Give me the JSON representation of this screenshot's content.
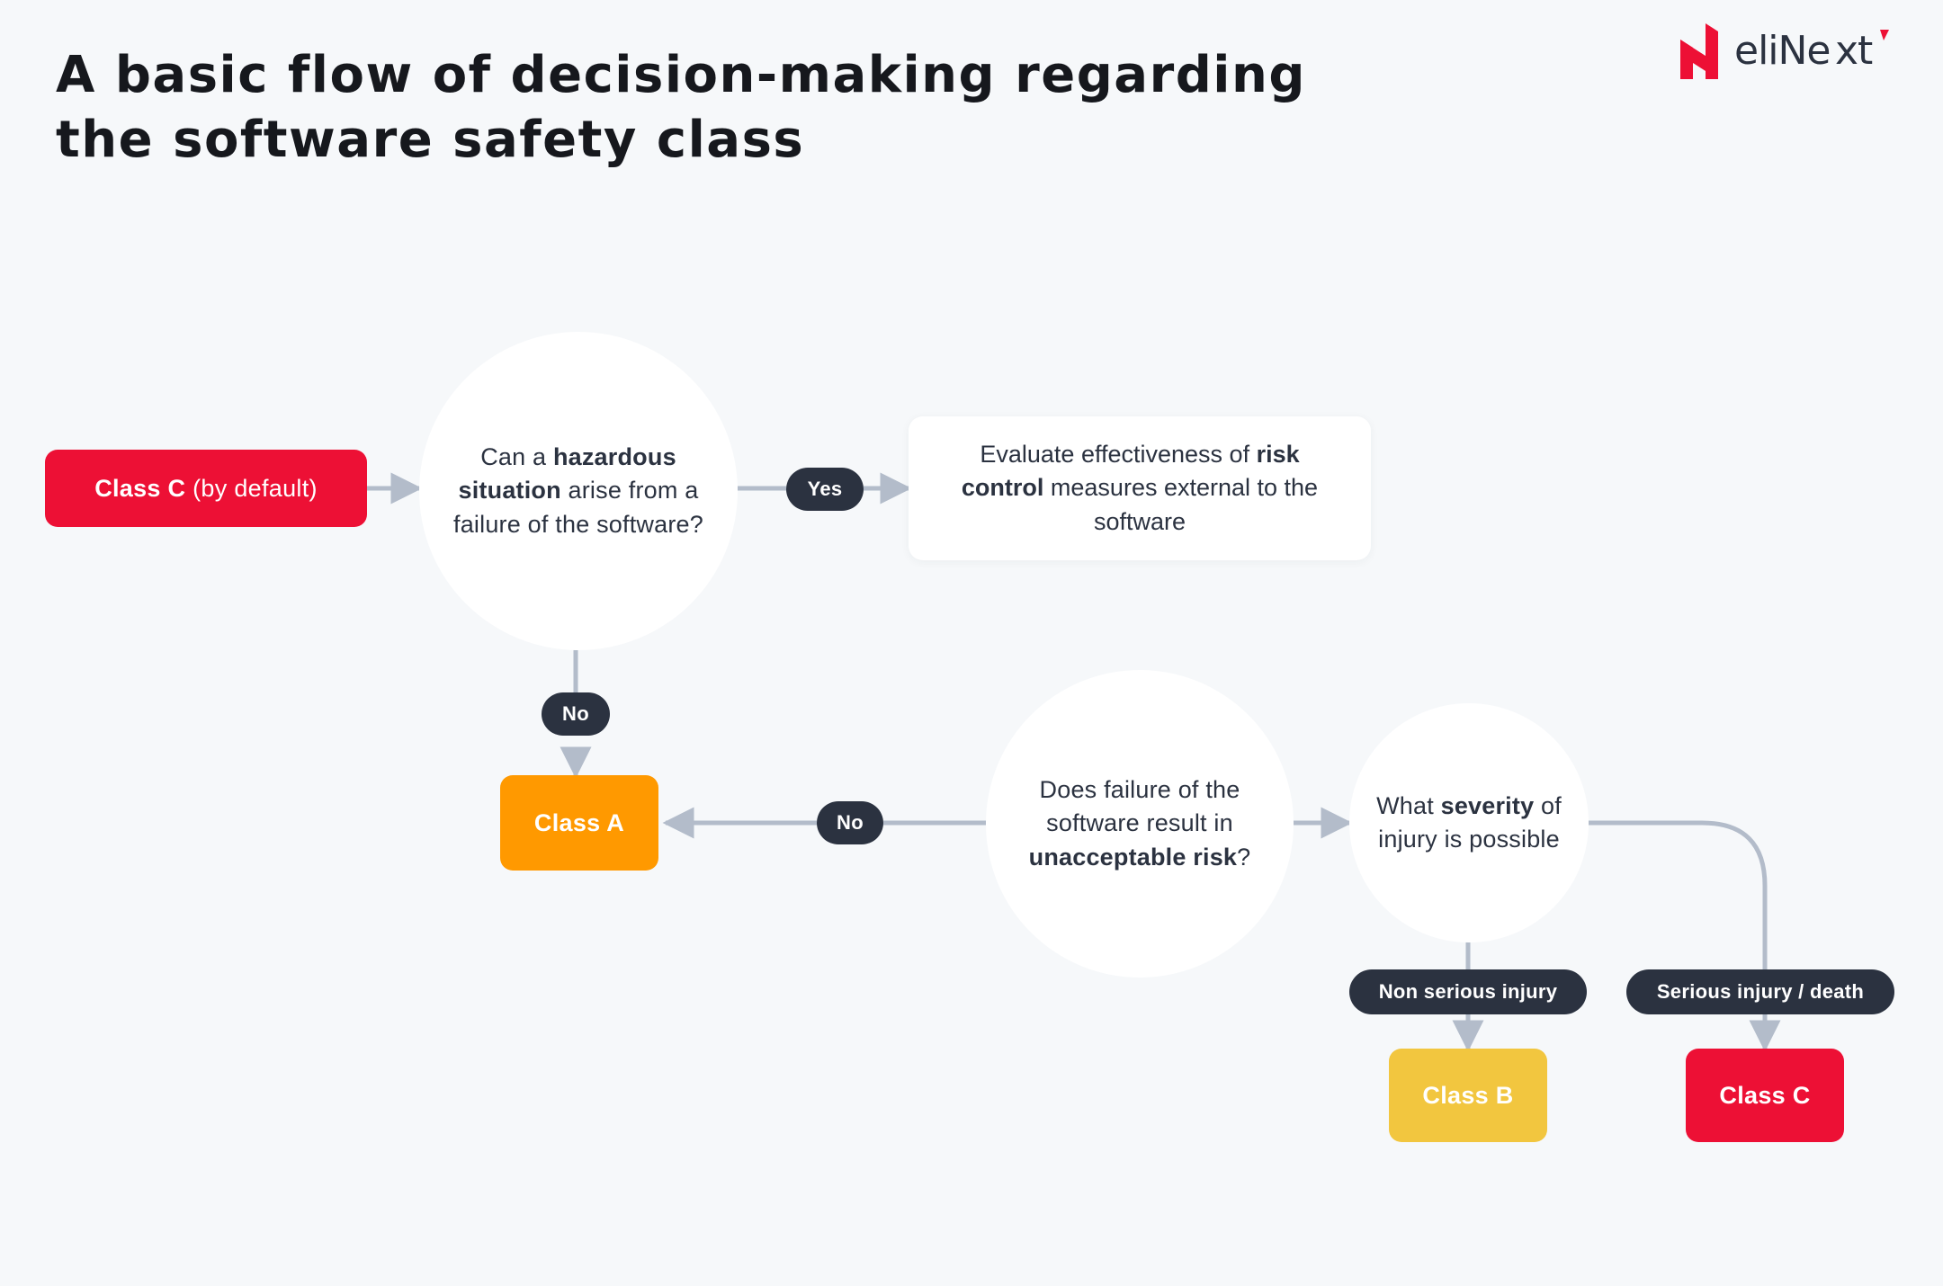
{
  "page": {
    "title": "A basic flow of decision-making regarding\nthe software safety class",
    "background_color": "#F6F8FA"
  },
  "brand": {
    "name": "elinext",
    "mark_color": "#ED1035",
    "word_color": "#2B3240",
    "logo_icon": "elinext-n-mark-icon"
  },
  "colors": {
    "red": "#ED1035",
    "orange": "#FF9900",
    "yellow": "#F2C63F",
    "dark": "#2B3240",
    "connector": "#B3BCCA",
    "node_fill": "#FFFFFF"
  },
  "chart_data": {
    "type": "diagram",
    "title": "A basic flow of decision-making regarding the software safety class",
    "nodes": [
      {
        "id": "class-c-default",
        "shape": "rounded-rect",
        "label": "Class C (by default)",
        "label_bold": "Class C",
        "label_regular": " (by default)",
        "color": "#ED1035"
      },
      {
        "id": "hazard-question",
        "shape": "circle",
        "label": "Can a hazardous situation arise from a failure of the software?",
        "emphasis": [
          "hazardous situation"
        ],
        "color": "#FFFFFF"
      },
      {
        "id": "risk-control",
        "shape": "rounded-rect-card",
        "label": "Evaluate effectiveness of risk control measures external to the software",
        "emphasis": [
          "risk control"
        ],
        "color": "#FFFFFF"
      },
      {
        "id": "class-a",
        "shape": "rounded-rect",
        "label": "Class A",
        "color": "#FF9900"
      },
      {
        "id": "unacceptable-risk-question",
        "shape": "circle",
        "label": "Does failure of the software result in unacceptable risk?",
        "emphasis": [
          "unacceptable risk"
        ],
        "color": "#FFFFFF"
      },
      {
        "id": "severity-question",
        "shape": "circle",
        "label": "What severity of injury is possible",
        "emphasis": [
          "severity"
        ],
        "color": "#FFFFFF"
      },
      {
        "id": "class-b",
        "shape": "rounded-rect",
        "label": "Class B",
        "color": "#F2C63F"
      },
      {
        "id": "class-c",
        "shape": "rounded-rect",
        "label": "Class C",
        "color": "#ED1035"
      }
    ],
    "edges": [
      {
        "from": "class-c-default",
        "to": "hazard-question",
        "label": ""
      },
      {
        "from": "hazard-question",
        "to": "risk-control",
        "label": "Yes"
      },
      {
        "from": "hazard-question",
        "to": "class-a",
        "label": "No"
      },
      {
        "from": "unacceptable-risk-question",
        "to": "class-a",
        "label": "No"
      },
      {
        "from": "unacceptable-risk-question",
        "to": "severity-question",
        "label": ""
      },
      {
        "from": "severity-question",
        "to": "class-b",
        "label": "Non serious injury"
      },
      {
        "from": "severity-question",
        "to": "class-c",
        "label": "Serious injury / death"
      }
    ]
  },
  "nodes": {
    "class_c_default": {
      "bold": "Class C",
      "regular": " (by default)"
    },
    "hazard_question": {
      "p1": "Can a ",
      "b1": "hazardous situation",
      "p2": " arise from a failure of the software?"
    },
    "risk_control": {
      "p1": "Evaluate effectiveness of ",
      "b1": "risk control",
      "p2": " measures external to the software"
    },
    "class_a": {
      "label": "Class A"
    },
    "unacceptable_risk": {
      "p1": "Does failure of the software result in ",
      "b1": "unacceptable risk",
      "p2": "?"
    },
    "severity": {
      "p1": "What ",
      "b1": "severity",
      "p2": " of injury is possible"
    },
    "class_b": {
      "label": "Class B"
    },
    "class_c": {
      "label": "Class C"
    }
  },
  "edge_labels": {
    "yes": "Yes",
    "no_from_hazard": "No",
    "no_from_risk": "No",
    "non_serious": "Non serious injury",
    "serious": "Serious injury / death"
  }
}
